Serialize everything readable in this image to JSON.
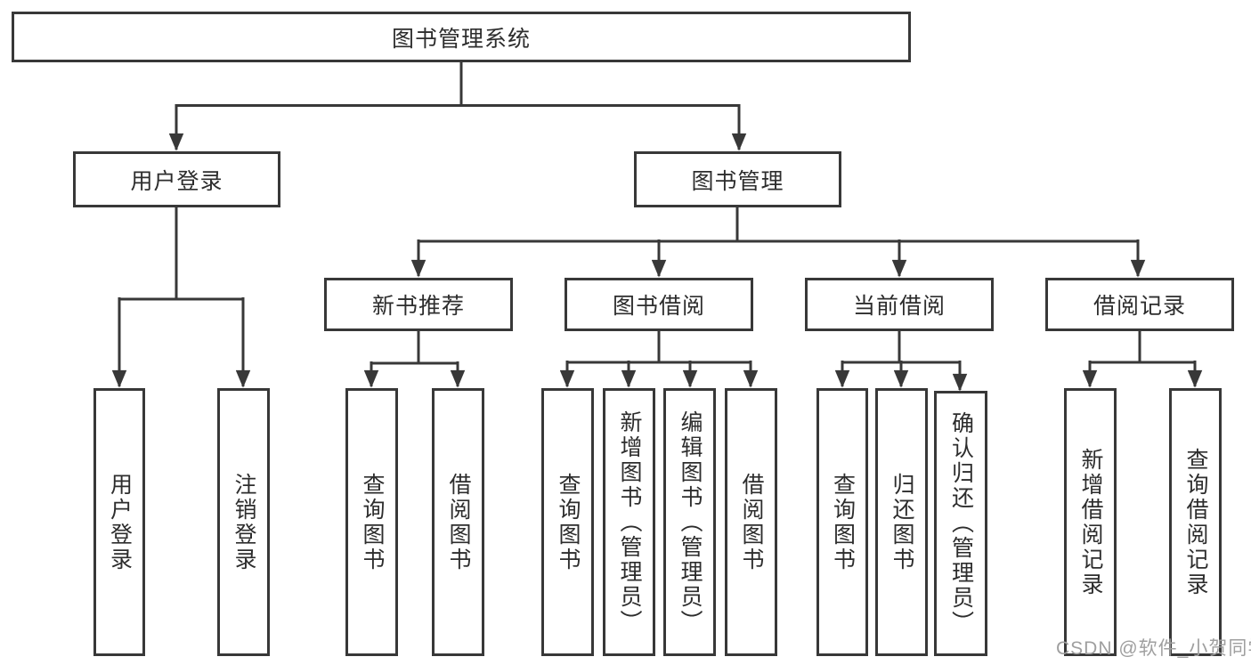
{
  "diagram": {
    "type": "hierarchy-tree",
    "colors": {
      "line": "#383838",
      "box_border": "#383838",
      "text": "#2d2d2d",
      "background": "#ffffff",
      "watermark": "#9f9f9f"
    },
    "tree": {
      "root": {
        "label": "图书管理系统"
      },
      "children": [
        {
          "label": "用户登录",
          "children": [
            {
              "label": "用户登录"
            },
            {
              "label": "注销登录"
            }
          ]
        },
        {
          "label": "图书管理",
          "children": [
            {
              "label": "新书推荐",
              "children": [
                {
                  "label": "查询图书"
                },
                {
                  "label": "借阅图书"
                }
              ]
            },
            {
              "label": "图书借阅",
              "children": [
                {
                  "label": "查询图书"
                },
                {
                  "label": "新增图书（管理员）"
                },
                {
                  "label": "编辑图书（管理员）"
                },
                {
                  "label": "借阅图书"
                }
              ]
            },
            {
              "label": "当前借阅",
              "children": [
                {
                  "label": "查询图书"
                },
                {
                  "label": "归还图书"
                },
                {
                  "label": "确认归还（管理员）"
                }
              ]
            },
            {
              "label": "借阅记录",
              "children": [
                {
                  "label": "新增借阅记录"
                },
                {
                  "label": "查询借阅记录"
                }
              ]
            }
          ]
        }
      ]
    }
  },
  "watermark": {
    "text": "CSDN @软件_小贺同学"
  }
}
